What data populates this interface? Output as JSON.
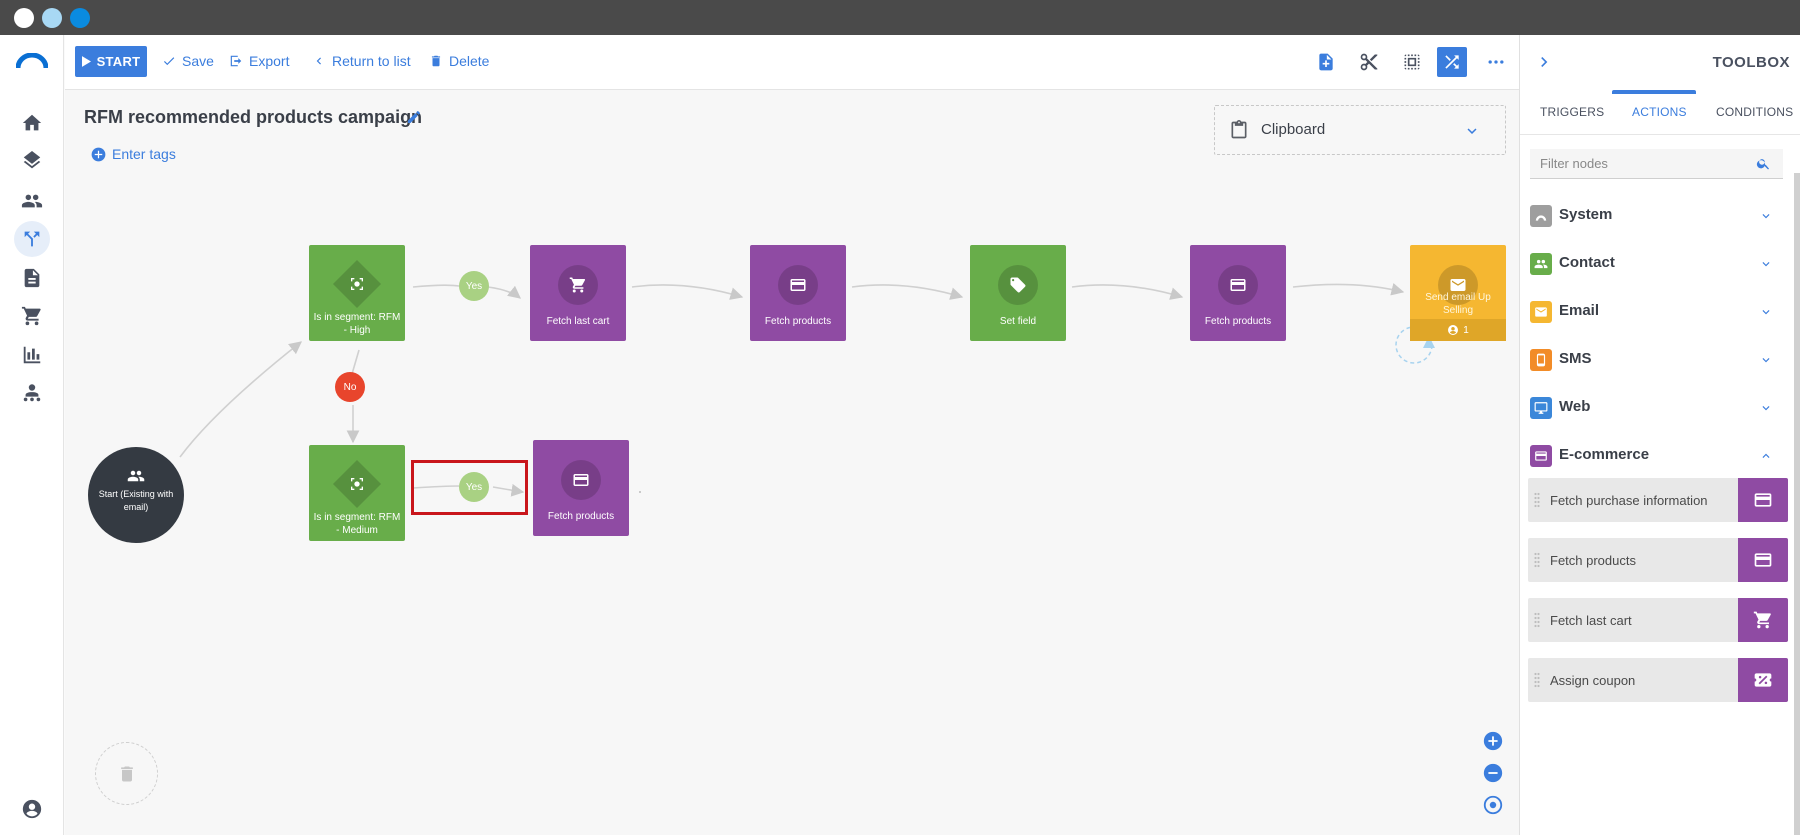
{
  "toolbar": {
    "start_label": "START",
    "save_label": "Save",
    "export_label": "Export",
    "return_label": "Return to list",
    "delete_label": "Delete"
  },
  "campaign": {
    "title": "RFM recommended products campaign",
    "tags_label": "Enter tags",
    "clipboard_label": "Clipboard"
  },
  "flow": {
    "start_label": "Start (Existing with email)",
    "nodes": [
      {
        "label": "Is in segment: RFM - High",
        "color": "#68ad4a",
        "icon": "segment-icon"
      },
      {
        "label": "Fetch last cart",
        "color": "#8f4ba3",
        "icon": "cart-icon"
      },
      {
        "label": "Fetch products",
        "color": "#8f4ba3",
        "icon": "card-icon"
      },
      {
        "label": "Set field",
        "color": "#68ad4a",
        "icon": "tag-icon"
      },
      {
        "label": "Fetch products",
        "color": "#8f4ba3",
        "icon": "card-icon"
      },
      {
        "label": "Send email Up Selling",
        "color": "#f5b731",
        "icon": "mail-icon",
        "count": "1"
      },
      {
        "label": "Is in segment: RFM - Medium",
        "color": "#68ad4a",
        "icon": "segment-icon"
      },
      {
        "label": "Fetch products",
        "color": "#8f4ba3",
        "icon": "card-icon"
      }
    ],
    "yes_label": "Yes",
    "no_label": "No"
  },
  "toolbox": {
    "title": "TOOLBOX",
    "tabs": [
      "TRIGGERS",
      "ACTIONS",
      "CONDITIONS"
    ],
    "active_tab": "ACTIONS",
    "filter_placeholder": "Filter nodes",
    "categories": [
      {
        "name": "System",
        "color": "#9e9e9e",
        "icon": "system-icon",
        "expanded": false
      },
      {
        "name": "Contact",
        "color": "#68ad4a",
        "icon": "contacts-icon",
        "expanded": false
      },
      {
        "name": "Email",
        "color": "#f5b731",
        "icon": "mail-icon",
        "expanded": false
      },
      {
        "name": "SMS",
        "color": "#f28c28",
        "icon": "phone-icon",
        "expanded": false
      },
      {
        "name": "Web",
        "color": "#3b87d9",
        "icon": "monitor-icon",
        "expanded": false
      },
      {
        "name": "E-commerce",
        "color": "#8f4ba3",
        "icon": "card-icon",
        "expanded": true
      }
    ],
    "items": [
      {
        "label": "Fetch purchase information",
        "icon": "card-icon"
      },
      {
        "label": "Fetch products",
        "icon": "card-icon"
      },
      {
        "label": "Fetch last cart",
        "icon": "cart-icon"
      },
      {
        "label": "Assign coupon",
        "icon": "coupon-icon"
      }
    ]
  },
  "colors": {
    "accent": "#3b7ddd",
    "highlight": "#c9161c"
  }
}
